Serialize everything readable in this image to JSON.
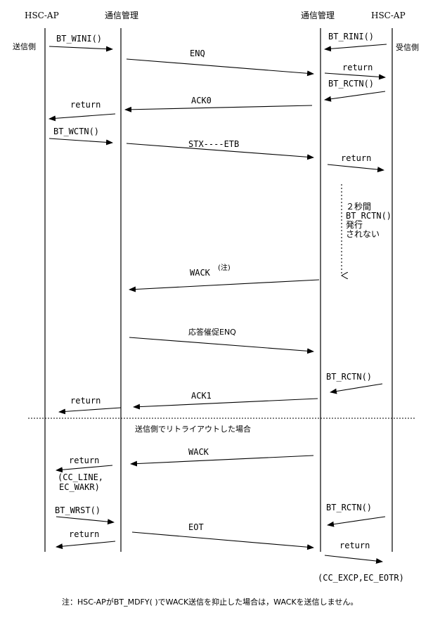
{
  "headers": {
    "left_ap": "HSC-AP",
    "left_comm": "通信管理",
    "right_comm": "通信管理",
    "right_ap": "HSC-AP"
  },
  "sides": {
    "sender": "送信側",
    "receiver": "受信側"
  },
  "messages": {
    "bt_wini": "BT_WINI()",
    "bt_rini": "BT_RINI()",
    "enq": "ENQ",
    "return_r1": "return",
    "bt_rctn_1": "BT_RCTN()",
    "ack0": "ACK0",
    "return_l1": "return",
    "bt_wctn": "BT_WCTN()",
    "stx_etb": "STX----ETB",
    "return_r2": "return",
    "wait_1": "２秒間",
    "wait_2": "BT_RCTN()",
    "wait_3": "発行",
    "wait_4": "されない",
    "wack1": "WACK",
    "wack1_note": "(注)",
    "resp_enq": "応答催促ENQ",
    "bt_rctn_2": "BT_RCTN()",
    "ack1": "ACK1",
    "return_l2": "return",
    "retry_label": "送信側でリトライアウトした場合",
    "wack2": "WACK",
    "return_l3": "return",
    "err_l1": "(CC_LINE,",
    "err_l2": "EC_WAKR)",
    "bt_wrst": "BT_WRST()",
    "bt_rctn_3": "BT_RCTN()",
    "eot": "EOT",
    "return_l4": "return",
    "return_r3": "return",
    "err_r": "(CC_EXCP,EC_EOTR)"
  },
  "footnote": "注：HSC-APがBT_MDFY( )でWACK送信を抑止した場合は，WACKを送信しません。"
}
